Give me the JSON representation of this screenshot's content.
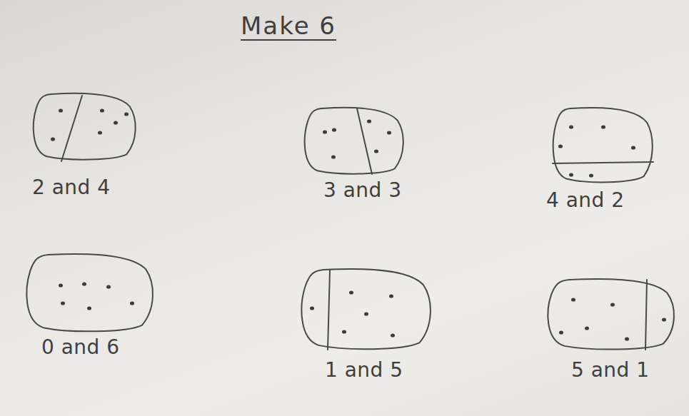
{
  "diagram": {
    "title": "Make 6",
    "nodes": [
      {
        "text": [
          "2 and 4"
        ]
      },
      {
        "text": [
          "3 and 3"
        ]
      },
      {
        "text": [
          "4 and 2"
        ]
      },
      {
        "text": [
          "0 and 6"
        ]
      },
      {
        "text": [
          "1 and 5"
        ]
      },
      {
        "text": [
          "5 and 1"
        ]
      }
    ]
  }
}
